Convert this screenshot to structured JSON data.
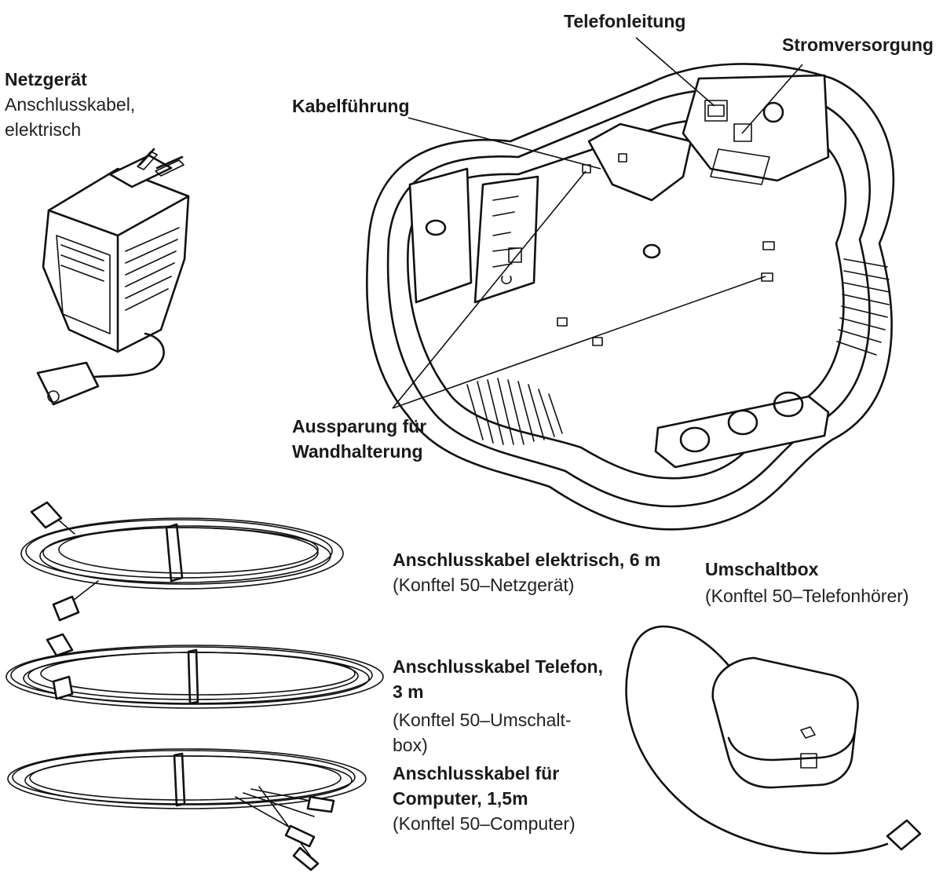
{
  "labels": {
    "telefonleitung": "Telefonleitung",
    "stromversorgung": "Stromversorgung",
    "kabelfuehrung": "Kabelführung",
    "aussparung_line1": "Aussparung für",
    "aussparung_line2": "Wandhalterung"
  },
  "netzgeraet": {
    "title": "Netzgerät",
    "desc_line1": "Anschlusskabel,",
    "desc_line2": "elektrisch"
  },
  "cable_power": {
    "title": "Anschlusskabel elektrisch, 6 m",
    "desc": "(Konftel 50–Netzgerät)"
  },
  "cable_phone": {
    "title_line1": "Anschlusskabel Telefon,",
    "title_line2": "3 m",
    "desc_line1": "(Konftel 50–Umschalt-",
    "desc_line2": "box)"
  },
  "cable_computer": {
    "title_line1": "Anschlusskabel für",
    "title_line2": "Computer, 1,5m",
    "desc": "(Konftel 50–Computer)"
  },
  "umschaltbox": {
    "title": "Umschaltbox",
    "desc": "(Konftel 50–Telefonhörer)"
  }
}
